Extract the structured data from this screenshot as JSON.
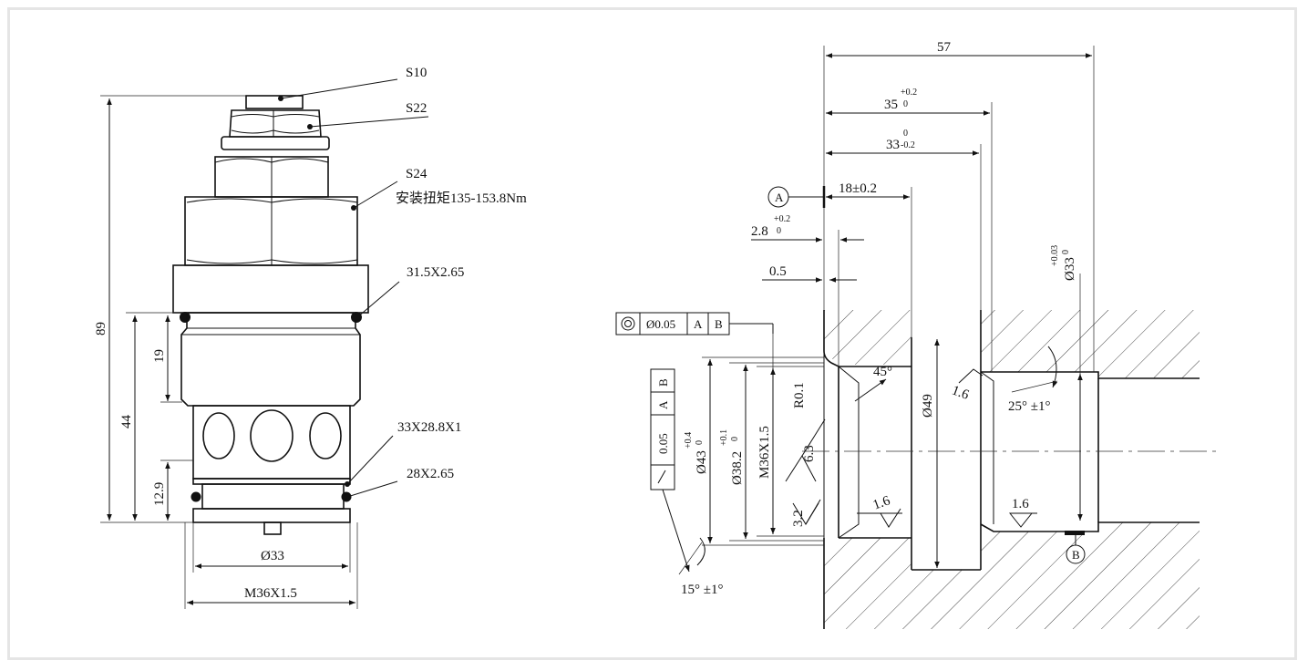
{
  "left_view": {
    "labels": {
      "s10": "S10",
      "s22": "S22",
      "s24": "S24",
      "torque": "安装扭矩135-153.8Nm",
      "oring_top": "31.5X2.65",
      "backup_ring": "33X28.8X1",
      "oring_bottom": "28X2.65"
    },
    "dims": {
      "overall_height": "89",
      "height_44": "44",
      "height_19": "19",
      "height_12_9": "12.9",
      "dia_33": "Ø33",
      "thread": "M36X1.5"
    }
  },
  "right_view": {
    "dims": {
      "len_57": "57",
      "len_35": "35",
      "len_35_tol_up": "+0.2",
      "len_35_tol_low": "0",
      "len_33": "33",
      "len_33_tol_up": "0",
      "len_33_tol_low": "-0.2",
      "len_18": "18±0.2",
      "len_2_8": "2.8",
      "len_2_8_tol_up": "+0.2",
      "len_2_8_tol_low": "0",
      "len_0_5": "0.5",
      "dia_33": "Ø33",
      "dia_33_tol_up": "+0.03",
      "dia_33_tol_low": "0",
      "dia_49": "Ø49",
      "dia_43": "Ø43",
      "dia_43_tol_up": "+0.4",
      "dia_43_tol_low": "0",
      "dia_38_2": "Ø38.2",
      "dia_38_2_tol_up": "+0.1",
      "dia_38_2_tol_low": "0",
      "thread": "M36X1.5",
      "radius": "R0.1",
      "angle_45": "45°",
      "angle_25": "25° ±1°",
      "angle_15": "15° ±1°"
    },
    "roughness": {
      "r_6_3": "6.3",
      "r_3_2": "3.2",
      "r_1_6_a": "1.6",
      "r_1_6_b": "1.6",
      "r_1_6_c": "1.6"
    },
    "datums": {
      "a": "A",
      "b": "B"
    },
    "tolerance_frames": {
      "concentricity": {
        "value": "Ø0.05",
        "ref1": "A",
        "ref2": "B"
      },
      "runout": {
        "value": "0.05",
        "ref1": "A",
        "ref2": "B"
      }
    }
  }
}
